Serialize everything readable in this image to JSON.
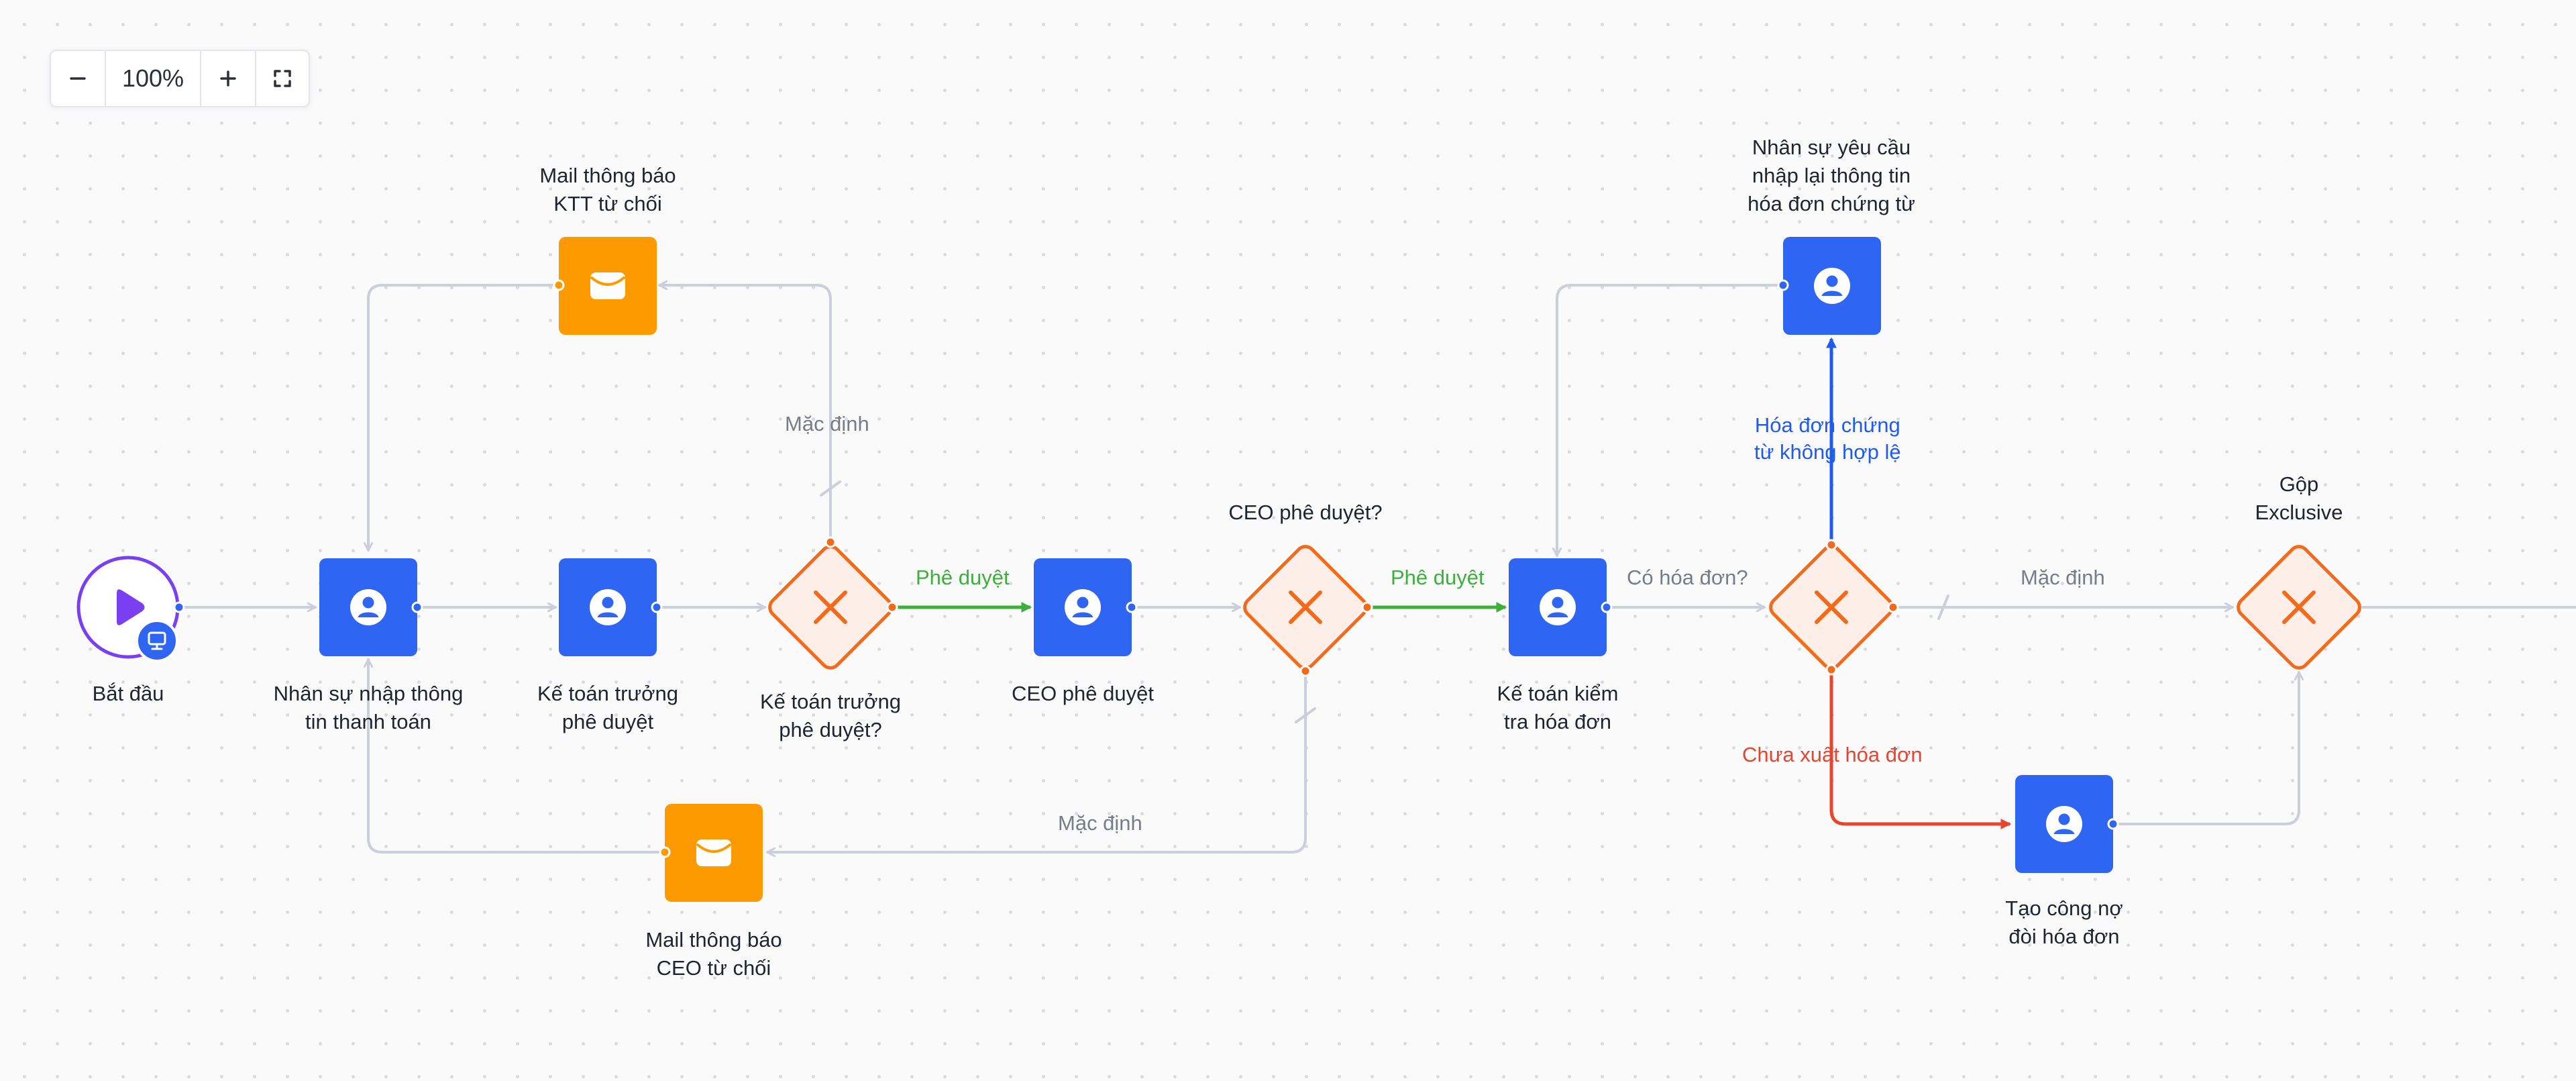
{
  "toolbar": {
    "zoom_level": "100%",
    "zoom_out_icon": "minus-icon",
    "zoom_in_icon": "plus-icon",
    "fit_icon": "fullscreen-icon"
  },
  "colors": {
    "task": "#2f65f3",
    "mail": "#fd9a00",
    "gateway": "#f26a1b",
    "gateway_fill": "#fdefe8",
    "start": "#7b3ff2",
    "edge": "#ccced9",
    "edge_approve": "#3daf3c",
    "edge_invalid": "#1e5cf0",
    "edge_no_invoice": "#e8452f",
    "edge_label": "#787c88"
  },
  "nodes": {
    "start": {
      "label": "Bắt đầu",
      "icon": "play-icon",
      "badge_icon": "monitor-icon"
    },
    "input_payment": {
      "label": "Nhân sự nhập thông\ntin thanh toán",
      "icon": "user-icon"
    },
    "chief_accountant": {
      "label": "Kế toán trưởng\nphê duyệt",
      "icon": "user-icon"
    },
    "mail_chief_reject": {
      "label": "Mail thông báo\nKTT từ chối",
      "icon": "mail-icon"
    },
    "gw_chief": {
      "label": "Kế toán trưởng\nphê duyệt?",
      "icon": "x-icon"
    },
    "ceo_approve": {
      "label": "CEO phê duyệt",
      "icon": "user-icon"
    },
    "gw_ceo": {
      "label": "CEO phê duyệt?",
      "icon": "x-icon"
    },
    "mail_ceo_reject": {
      "label": "Mail thông báo\nCEO từ chối",
      "icon": "mail-icon"
    },
    "check_invoice": {
      "label": "Kế toán kiểm\ntra hóa đơn",
      "icon": "user-icon"
    },
    "gw_invoice": {
      "label": "",
      "icon": "x-icon"
    },
    "reenter_invoice": {
      "label": "Nhân sự yêu cầu\nnhập lại thông tin\nhóa đơn chứng từ",
      "icon": "user-icon"
    },
    "create_debt": {
      "label": "Tạo công nợ\nđòi hóa đơn",
      "icon": "user-icon"
    },
    "gw_merge": {
      "label": "Gộp\nExclusive",
      "icon": "x-icon"
    }
  },
  "edges": {
    "chief_default": "Mặc định",
    "chief_approve": "Phê duyệt",
    "ceo_approve": "Phê duyệt",
    "ceo_default": "Mặc định",
    "has_invoice": "Có hóa đơn?",
    "invalid_invoice": "Hóa đơn chứng\ntừ không hợp lệ",
    "merge_default": "Mặc định",
    "no_invoice": "Chưa xuất hóa đơn"
  }
}
